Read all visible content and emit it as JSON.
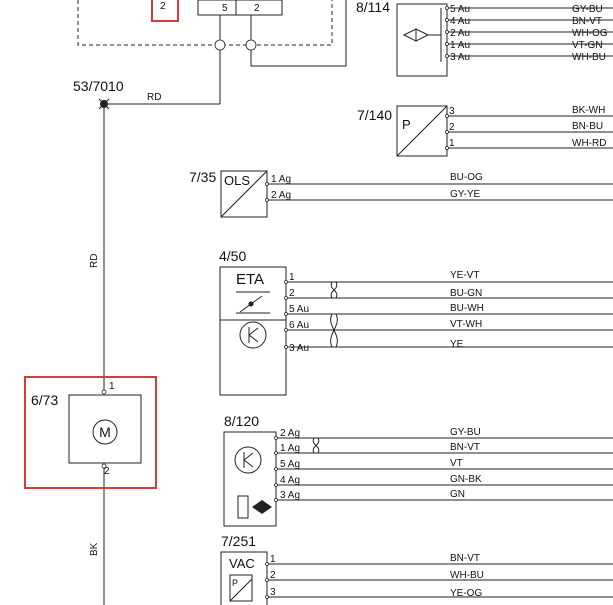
{
  "top_connector": {
    "pin_a": "5",
    "pin_b": "2",
    "red_pin": "2"
  },
  "splice": {
    "code": "53/7010",
    "wire_color": "RD"
  },
  "vertical_wire": {
    "upper_color": "RD",
    "lower_color": "BK"
  },
  "motor": {
    "code": "6/73",
    "symbol": "M",
    "pin_top": "1",
    "pin_bottom": "2"
  },
  "c8_114": {
    "code": "8/114",
    "pins": [
      {
        "pin": "5 Au",
        "color": "GY-BU"
      },
      {
        "pin": "4 Au",
        "color": "BN-VT"
      },
      {
        "pin": "2 Au",
        "color": "WH-OG"
      },
      {
        "pin": "1 Au",
        "color": "VT-GN"
      },
      {
        "pin": "3 Au",
        "color": "WH-BU"
      }
    ]
  },
  "c7_140": {
    "code": "7/140",
    "symbol": "P",
    "pins": [
      {
        "pin": "3",
        "color": "BK-WH"
      },
      {
        "pin": "2",
        "color": "BN-BU"
      },
      {
        "pin": "1",
        "color": "WH-RD"
      }
    ]
  },
  "c7_35": {
    "code": "7/35",
    "name": "OLS",
    "pins": [
      {
        "pin": "1 Ag",
        "color": "BU-OG"
      },
      {
        "pin": "2 Ag",
        "color": "GY-YE"
      }
    ]
  },
  "c4_50": {
    "code": "4/50",
    "name": "ETA",
    "pins": [
      {
        "pin": "1",
        "color": "YE-VT"
      },
      {
        "pin": "2",
        "color": "BU-GN"
      },
      {
        "pin": "5 Au",
        "color": "BU-WH"
      },
      {
        "pin": "6 Au",
        "color": "VT-WH"
      },
      {
        "pin": "3 Au",
        "color": "YE"
      }
    ]
  },
  "c8_120": {
    "code": "8/120",
    "pins": [
      {
        "pin": "2 Ag",
        "color": "GY-BU"
      },
      {
        "pin": "1 Ag",
        "color": "BN-VT"
      },
      {
        "pin": "5 Ag",
        "color": "VT"
      },
      {
        "pin": "4 Ag",
        "color": "GN-BK"
      },
      {
        "pin": "3 Ag",
        "color": "GN"
      }
    ]
  },
  "c7_251": {
    "code": "7/251",
    "name": "VAC",
    "symbol": "P",
    "pins": [
      {
        "pin": "1",
        "color": "BN-VT"
      },
      {
        "pin": "2",
        "color": "WH-BU"
      },
      {
        "pin": "3",
        "color": "YE-OG"
      }
    ]
  },
  "colors": {
    "line": "#222222",
    "highlight": "#d93a3a"
  }
}
